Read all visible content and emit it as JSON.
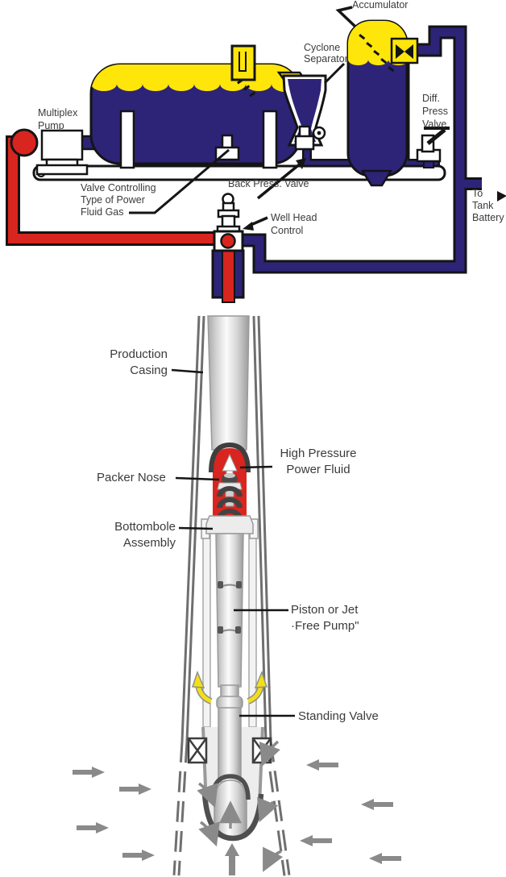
{
  "diagram": {
    "type": "hydraulic-pumping-free-pump-well-schematic",
    "surface_labels": {
      "multiplex_pump": "Multiplex\nPump",
      "accumulator": "Accumulator",
      "cyclone_separator": "Cyclone\nSeparator",
      "diff_press_valve": "Diff.\nPress\nValve",
      "back_press_valve": "Back Press. Valve",
      "valve_controlling": "Valve Controlling\nType of Power\nFluid Gas",
      "well_head_control": "Well Head\nControl",
      "to_tank_battery": "To Tank\nBattery"
    },
    "downhole_labels": {
      "production_casing": "Production\nCasing",
      "packer_nose": "Packer Nose",
      "high_pressure_power_fluid": "High Pressure\nPower Fluid",
      "bottomhole_assembly": "Bottombole\nAssembly",
      "piston_or_jet_free_pump": "Piston or Jet\n·Free Pump\"",
      "standing_valve": "Standing Valve"
    },
    "colors": {
      "power_fluid_red": "#d8251f",
      "gas_yellow": "#ffe60a",
      "fluid_navy": "#2d2478",
      "casing_gray": "#6f6f6f",
      "flow_arrow_gray": "#8a8a8a",
      "annulus_arrow_yellow": "#f2df16",
      "outline_black": "#141414"
    }
  }
}
